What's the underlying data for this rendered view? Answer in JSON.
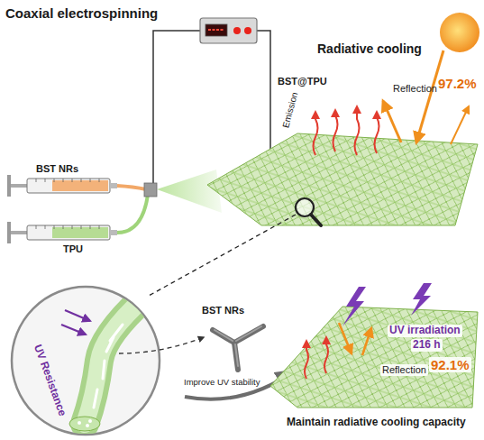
{
  "diagram": {
    "labels": [
      "Coaxial electrospinning",
      "Radiative cooling",
      "BST@TPU",
      "Emission",
      "Reflection",
      "97.2%",
      "BST NRs",
      "TPU",
      "UV Resistance",
      "BST NRs",
      "Improve UV stability",
      "UV irradiation",
      "216 h",
      "Reflection",
      "92.1%",
      "Maintain radiative cooling capacity"
    ]
  }
}
